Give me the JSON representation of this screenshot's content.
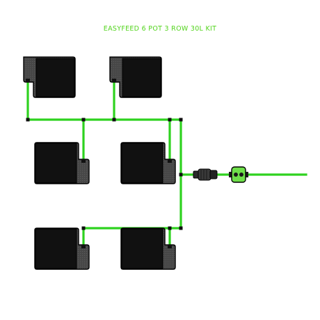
{
  "diagram": {
    "title": "EASYFEED 6 POT 3 ROW 30L KIT",
    "colors": {
      "pipe": "#2ed21f",
      "pot_body": "#4a4a4a",
      "pot_reservoir": "#111111",
      "outline": "#000000",
      "tap": "#6ee04a"
    },
    "components": [
      "pot-1",
      "pot-2",
      "pot-3",
      "pot-4",
      "pot-5",
      "pot-6",
      "feed-pipe-network",
      "inline-valve",
      "filter-connector",
      "supply-pipe"
    ]
  }
}
